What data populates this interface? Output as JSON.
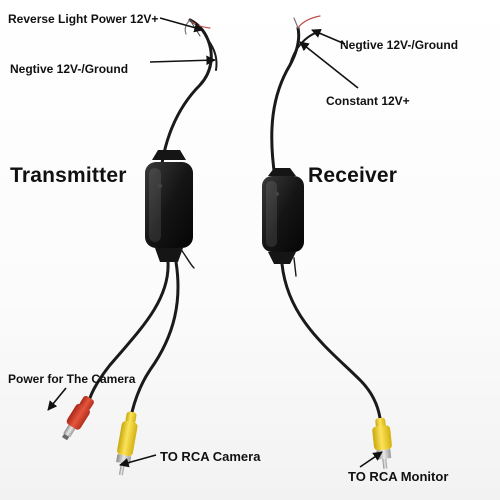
{
  "labels": {
    "reverse_light_power": "Reverse Light Power 12V+",
    "negtive_ground_left": "Negtive 12V-/Ground",
    "negtive_ground_right": "Negtive 12V-/Ground",
    "constant_12v": "Constant 12V+",
    "transmitter": "Transmitter",
    "receiver": "Receiver",
    "power_for_camera": "Power for The Camera",
    "to_rca_camera": "TO RCA Camera",
    "to_rca_monitor": "TO RCA Monitor"
  },
  "colors": {
    "cable": "#1a1a1a",
    "module": "#111111",
    "dc_plug": "#d9412b",
    "rca_plug": "#f3d21a",
    "arrow": "#111111"
  }
}
